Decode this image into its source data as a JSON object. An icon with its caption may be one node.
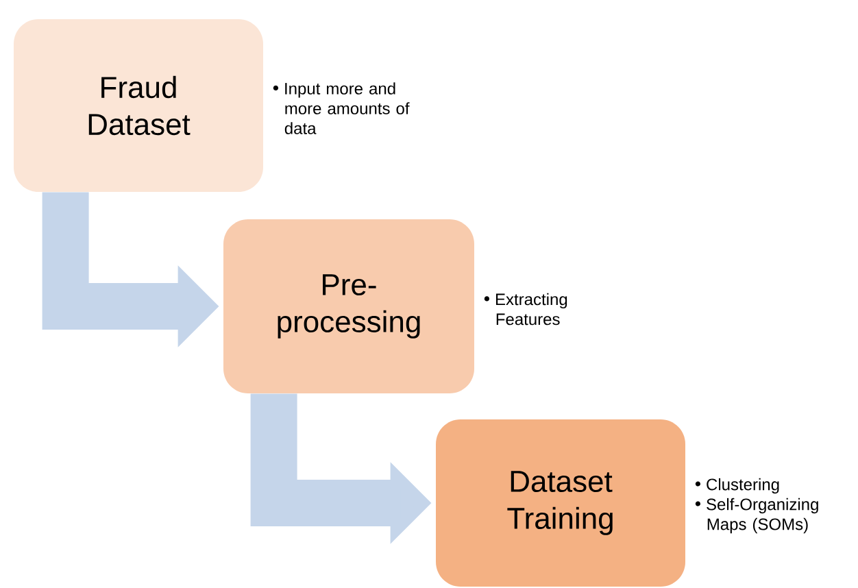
{
  "diagram": {
    "nodes": [
      {
        "text": [
          "Fraud Dataset"
        ],
        "beside": [
          "Input more and more amounts of data"
        ]
      },
      {
        "text": [
          "Pre-processing"
        ],
        "beside": [
          "Extracting Features"
        ]
      },
      {
        "text": [
          "Dataset Training"
        ],
        "beside": [
          "Clustering",
          "Self-Organizing Maps (SOMs)"
        ]
      }
    ],
    "edges": [
      {
        "from": 0,
        "to": 1,
        "arrow": "to"
      },
      {
        "from": 1,
        "to": 2,
        "arrow": "to"
      }
    ]
  }
}
